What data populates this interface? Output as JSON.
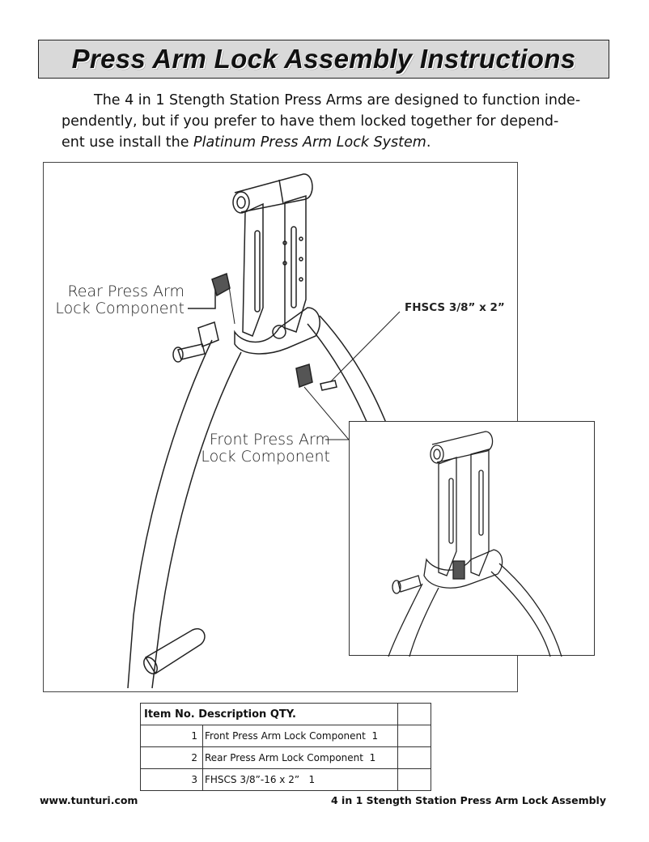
{
  "page": {
    "title": "Press Arm Lock Assembly Instructions",
    "intro_lead": "The 4 in 1 Stength Station Press Arms are designed to function inde-",
    "intro_line2": "pendently, but if you prefer to have them locked together for depend-",
    "intro_line3_prefix": "ent use install the ",
    "intro_product": "Platinum Press Arm Lock System",
    "intro_line3_suffix": "."
  },
  "illustration": {
    "callout_rear_line1": "Rear Press Arm",
    "callout_rear_line2": "Lock Component",
    "callout_front_line1": "Front Press Arm",
    "callout_front_line2": "Lock Component",
    "callout_bolt": "FHSCS 3/8” x 2”"
  },
  "parts_table": {
    "header": "Item No.  Description  QTY.",
    "rows": [
      {
        "item": "1",
        "description": "Front Press Arm Lock Component",
        "qty": "1"
      },
      {
        "item": "2",
        "description": "Rear Press Arm Lock Component",
        "qty": "1"
      },
      {
        "item": "3",
        "description": "FHSCS 3/8”-16 x 2”",
        "qty": "1"
      }
    ]
  },
  "footer": {
    "website": "www.tunturi.com",
    "doc_title": "4 in 1 Stength Station Press Arm Lock Assembly"
  }
}
